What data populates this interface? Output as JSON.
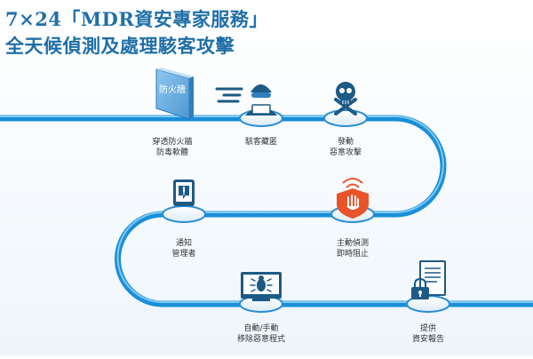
{
  "title": {
    "line1": "7×24「MDR資安專家服務」",
    "line2": "全天候偵測及處理駭客攻擊"
  },
  "firewall_panel_text": "防火牆",
  "steps": [
    {
      "id": "firewall",
      "icon": "firewall-panel-icon",
      "line1": "穿透防火牆",
      "line2": "防毒軟體"
    },
    {
      "id": "hacker",
      "icon": "hacker-icon",
      "line1": "駭客藏匿",
      "line2": ""
    },
    {
      "id": "attack",
      "icon": "skull-crossbones-icon",
      "line1": "發動",
      "line2": "惡意攻擊"
    },
    {
      "id": "detect",
      "icon": "stop-hand-icon",
      "line1": "主動偵測",
      "line2": "即時阻止"
    },
    {
      "id": "notify",
      "icon": "alert-tablet-icon",
      "line1": "通知",
      "line2": "管理者"
    },
    {
      "id": "remove",
      "icon": "bug-monitor-icon",
      "line1": "自動/手動",
      "line2": "移除惡意程式"
    },
    {
      "id": "report",
      "icon": "report-lock-icon",
      "line1": "提供",
      "line2": "資安報告"
    }
  ],
  "colors": {
    "title": "#1f6fa7",
    "track": "#1a8fd8",
    "track_light": "#7fc8f2",
    "node_dark": "#1d5a86",
    "alert": "#e8532a"
  }
}
